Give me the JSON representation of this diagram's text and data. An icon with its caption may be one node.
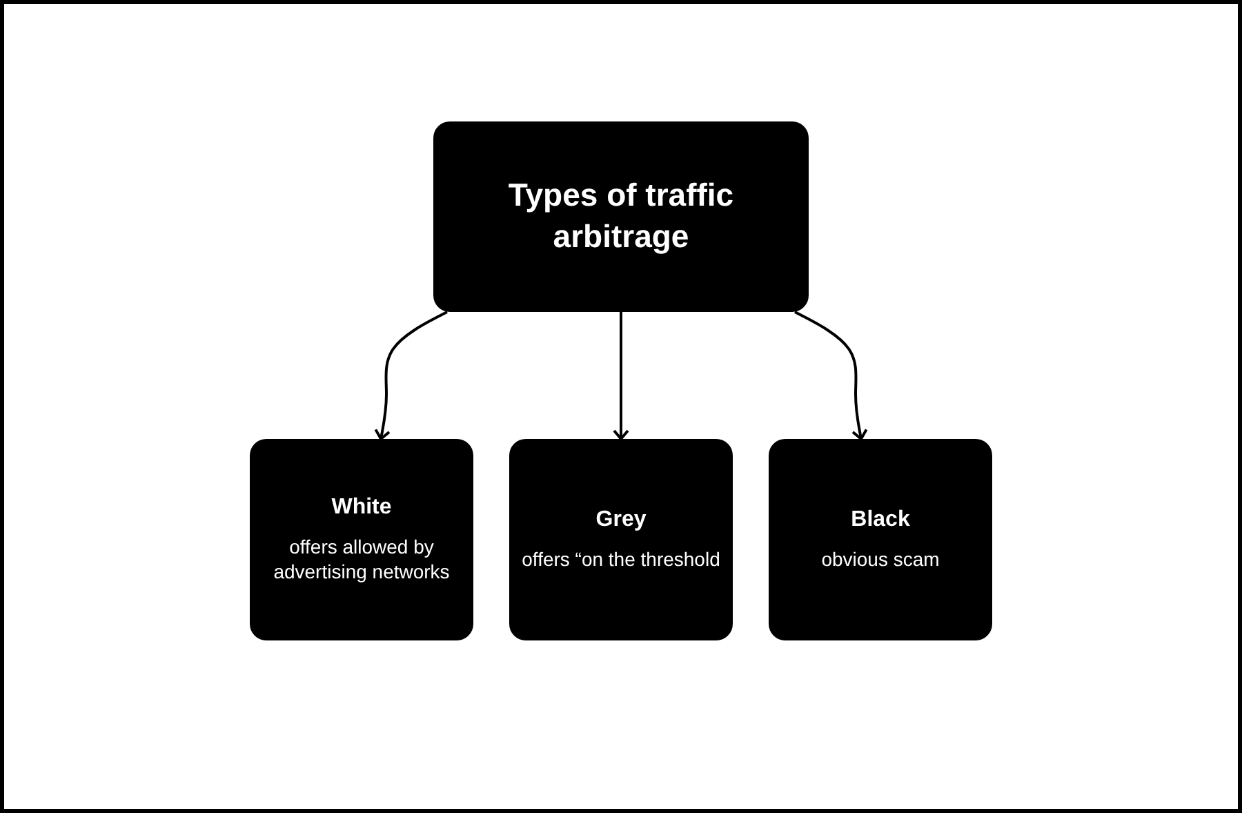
{
  "diagram": {
    "nodes": [
      {
        "text": [
          "Types of traffic arbitrage"
        ]
      },
      {
        "text": [
          "White",
          "offers allowed by advertising networks"
        ]
      },
      {
        "text": [
          "Grey",
          "offers “on the threshold"
        ]
      },
      {
        "text": [
          "Black",
          "obvious scam"
        ]
      }
    ],
    "edges": [
      {
        "from": 0,
        "to": 1,
        "arrow": "to"
      },
      {
        "from": 0,
        "to": 2,
        "arrow": "to"
      },
      {
        "from": 0,
        "to": 3,
        "arrow": "to"
      }
    ]
  }
}
